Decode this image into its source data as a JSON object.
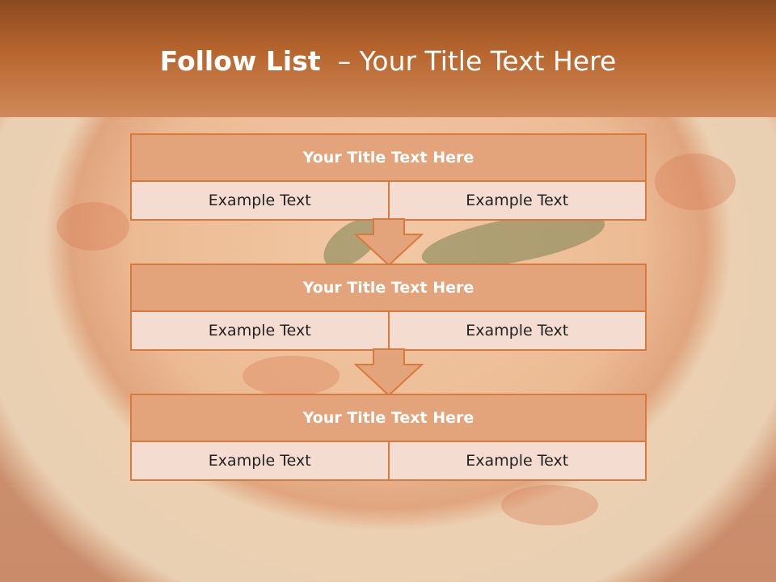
{
  "slide": {
    "title_bold": "Follow List",
    "title_rest": "  – Your Title Text Here"
  },
  "blocks": [
    {
      "title": "Your Title Text Here",
      "left": "Example Text",
      "right": "Example Text"
    },
    {
      "title": "Your Title Text Here",
      "left": "Example Text",
      "right": "Example Text"
    },
    {
      "title": "Your Title Text Here",
      "left": "Example Text",
      "right": "Example Text"
    }
  ],
  "colors": {
    "header": "#b8662e",
    "accent_border": "#d9793c",
    "block_title_fill": "#e3a47c",
    "block_row_fill": "#f4ddd0"
  }
}
